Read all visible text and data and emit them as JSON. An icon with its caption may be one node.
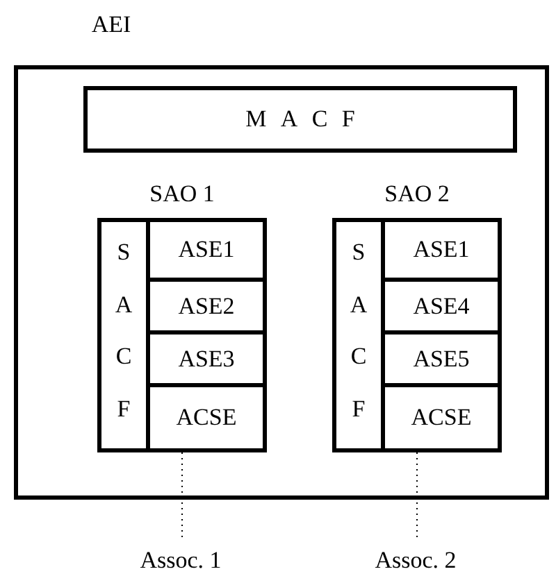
{
  "diagram": {
    "nodes": [
      {
        "text": [
          "AEI"
        ]
      },
      {
        "text": [
          "MACF"
        ],
        "in": 0
      },
      {
        "text": [
          "SAO 1"
        ],
        "in": 0
      },
      {
        "text": [
          "S A C F"
        ],
        "in": 2
      },
      {
        "text": [
          "ASE1"
        ],
        "in": 2
      },
      {
        "text": [
          "ASE2"
        ],
        "in": 2
      },
      {
        "text": [
          "ASE3"
        ],
        "in": 2
      },
      {
        "text": [
          "ACSE"
        ],
        "in": 2
      },
      {
        "text": [
          "SAO 2"
        ],
        "in": 0
      },
      {
        "text": [
          "S A C F"
        ],
        "in": 8
      },
      {
        "text": [
          "ASE1"
        ],
        "in": 8
      },
      {
        "text": [
          "ASE4"
        ],
        "in": 8
      },
      {
        "text": [
          "ASE5"
        ],
        "in": 8
      },
      {
        "text": [
          "ACSE"
        ],
        "in": 8
      },
      {
        "text": [
          "Assoc. 1"
        ]
      },
      {
        "text": [
          "Assoc. 2"
        ]
      }
    ],
    "edges": [
      {
        "from": 2,
        "to": 14,
        "arrow": "none",
        "style": "dashed"
      },
      {
        "from": 8,
        "to": 15,
        "arrow": "none",
        "style": "dashed"
      }
    ]
  }
}
